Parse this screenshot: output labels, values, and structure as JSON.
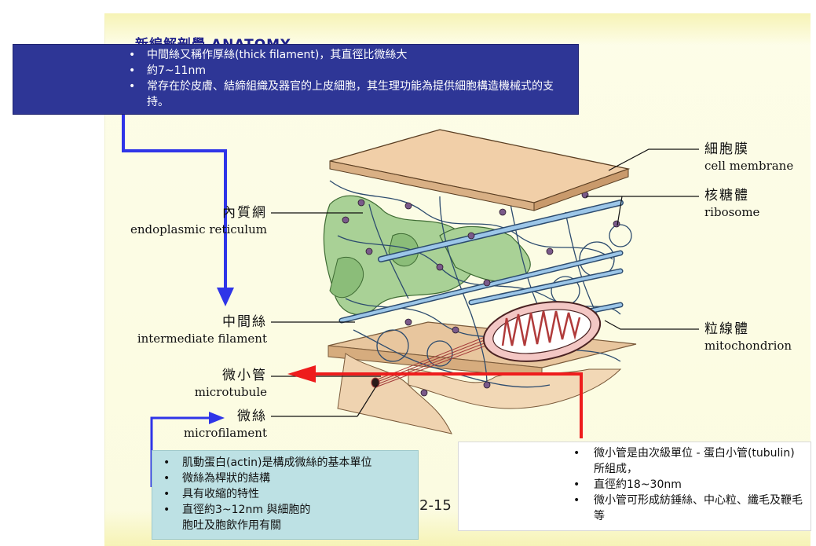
{
  "slide": {
    "header": "新編解剖學 ANATOMY",
    "page_number": "2-15"
  },
  "intermediate_filament_box": {
    "bullet": "•",
    "items": [
      "中間絲又稱作厚絲(thick filament)，其直徑比微絲大",
      "約7~11nm",
      "常存在於皮膚、結締組織及器官的上皮細胞，其生理功能為提供細胞構造機械式的支持。"
    ]
  },
  "microfilament_box": {
    "bullet": "•",
    "items": [
      "肌動蛋白(actin)是構成微絲的基本單位",
      "微絲為桿狀的結構",
      "具有收縮的特性",
      "直徑約3~12nm 與細胞的胞吐及胞飲作用有關"
    ]
  },
  "microtubule_box": {
    "bullet": "•",
    "items": [
      "微小管是由次級單位 - 蛋白小管(tubulin)所組成，",
      "直徑約18~30nm",
      "微小管可形成紡錘絲、中心粒、纖毛及鞭毛等"
    ]
  },
  "labels": {
    "er": {
      "zh": "內質網",
      "en": "endoplasmic reticulum"
    },
    "if": {
      "zh": "中間絲",
      "en": "intermediate filament"
    },
    "mt": {
      "zh": "微小管",
      "en": "microtubule"
    },
    "mf": {
      "zh": "微絲",
      "en": "microfilament"
    },
    "cm": {
      "zh": "細胞膜",
      "en": "cell membrane"
    },
    "rb": {
      "zh": "核糖體",
      "en": "ribosome"
    },
    "mc": {
      "zh": "粒線體",
      "en": "mitochondrion"
    }
  },
  "colors": {
    "box_if_bg": "#2e3696",
    "box_mf_bg": "#bde1e4",
    "arrow_blue": "#2f35e8",
    "arrow_red": "#ee1c1c",
    "membrane": "#f1cfa8",
    "er_green": "#9bc98a",
    "filament_blue": "#7fb2d9"
  }
}
